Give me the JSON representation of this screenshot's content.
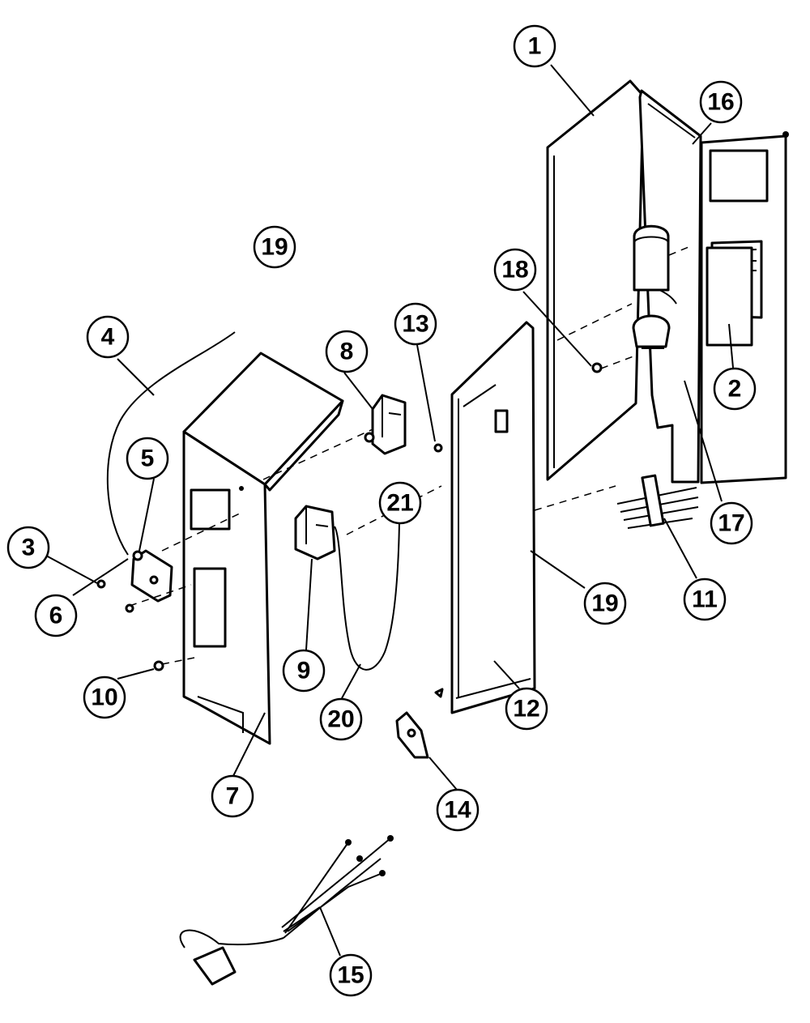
{
  "callouts": [
    {
      "id": "c1",
      "label": "1"
    },
    {
      "id": "c16",
      "label": "16"
    },
    {
      "id": "c2",
      "label": "2"
    },
    {
      "id": "c17",
      "label": "17"
    },
    {
      "id": "c18",
      "label": "18"
    },
    {
      "id": "c13",
      "label": "13"
    },
    {
      "id": "c19a",
      "label": "19"
    },
    {
      "id": "c8",
      "label": "8"
    },
    {
      "id": "c4",
      "label": "4"
    },
    {
      "id": "c5",
      "label": "5"
    },
    {
      "id": "c3",
      "label": "3"
    },
    {
      "id": "c6",
      "label": "6"
    },
    {
      "id": "c10",
      "label": "10"
    },
    {
      "id": "c7",
      "label": "7"
    },
    {
      "id": "c9",
      "label": "9"
    },
    {
      "id": "c21",
      "label": "21"
    },
    {
      "id": "c20",
      "label": "20"
    },
    {
      "id": "c19b",
      "label": "19"
    },
    {
      "id": "c12",
      "label": "12"
    },
    {
      "id": "c11",
      "label": "11"
    },
    {
      "id": "c14",
      "label": "14"
    },
    {
      "id": "c15",
      "label": "15"
    }
  ]
}
